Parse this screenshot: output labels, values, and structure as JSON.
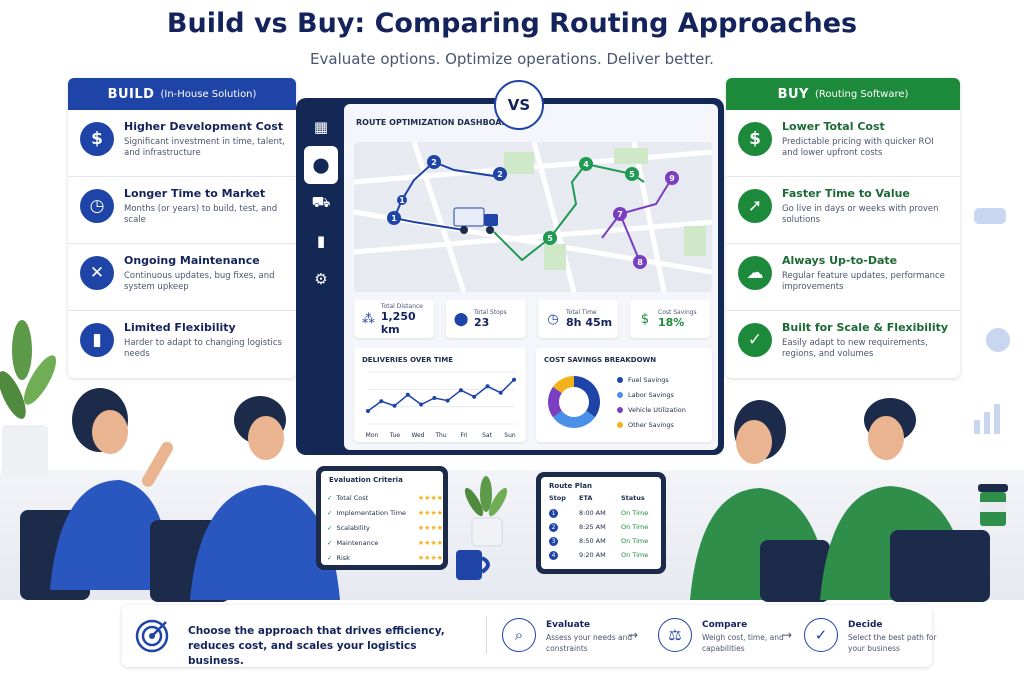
{
  "header": {
    "title": "Build vs Buy: Comparing Routing Approaches",
    "subtitle": "Evaluate options. Optimize operations. Deliver better."
  },
  "build": {
    "label": "BUILD",
    "sub": "(In-House Solution)",
    "items": [
      {
        "icon": "dollar-cycle-icon",
        "title": "Higher Development Cost",
        "desc": "Significant investment in time, talent, and infrastructure"
      },
      {
        "icon": "clock-icon",
        "title": "Longer Time to Market",
        "desc": "Months (or years) to build, test, and scale"
      },
      {
        "icon": "tools-icon",
        "title": "Ongoing Maintenance",
        "desc": "Continuous updates, bug fixes, and system upkeep"
      },
      {
        "icon": "bar-chart-icon",
        "title": "Limited Flexibility",
        "desc": "Harder to adapt to changing logistics needs"
      }
    ]
  },
  "buy": {
    "label": "BUY",
    "sub": "(Routing Software)",
    "items": [
      {
        "icon": "dollar-icon",
        "title": "Lower Total Cost",
        "desc": "Predictable pricing with quicker ROI and lower upfront costs"
      },
      {
        "icon": "rocket-icon",
        "title": "Faster Time to Value",
        "desc": "Go live in days or weeks with proven solutions"
      },
      {
        "icon": "cloud-upload-icon",
        "title": "Always Up-to-Date",
        "desc": "Regular feature updates, performance improvements"
      },
      {
        "icon": "shield-check-icon",
        "title": "Built for Scale & Flexibility",
        "desc": "Easily adapt to new requirements, regions, and volumes"
      }
    ]
  },
  "vs": "VS",
  "dashboard": {
    "title": "ROUTE OPTIMIZATION DASHBOARD",
    "kpis": [
      {
        "icon": "route-icon",
        "label": "Total Distance",
        "value": "1,250 km"
      },
      {
        "icon": "pin-icon",
        "label": "Total Stops",
        "value": "23"
      },
      {
        "icon": "clock-icon",
        "label": "Total Time",
        "value": "8h 45m"
      },
      {
        "icon": "dollar-icon",
        "label": "Cost Savings",
        "value": "18%"
      }
    ],
    "map_stops": {
      "blue": [
        "1",
        "1",
        "2",
        "2"
      ],
      "green": [
        "4",
        "5",
        "5"
      ],
      "purple": [
        "7",
        "8",
        "9"
      ]
    }
  },
  "chart_data": [
    {
      "type": "line",
      "title": "DELIVERIES OVER TIME",
      "x": [
        "Mon",
        "Tue",
        "Wed",
        "Thu",
        "Fri",
        "Sat",
        "Sun"
      ],
      "values": [
        20,
        35,
        28,
        45,
        30,
        40,
        36,
        52,
        42,
        58,
        48,
        68
      ],
      "ylim": [
        0,
        80
      ],
      "grid": true
    },
    {
      "type": "pie",
      "title": "COST SAVINGS BREAKDOWN",
      "labels": [
        "Fuel Savings",
        "Labor Savings",
        "Vehicle Utilization",
        "Other Savings"
      ],
      "values": [
        35,
        30,
        20,
        15
      ],
      "colors": [
        "#1e44a8",
        "#4a8fe8",
        "#7a3fc0",
        "#f2b21c"
      ],
      "donut": true
    }
  ],
  "eval_tablet": {
    "title": "Evaluation Criteria",
    "rows": [
      "Total Cost",
      "Implementation Time",
      "Scalability",
      "Maintenance",
      "Risk"
    ],
    "stars": "★★★★"
  },
  "route_tablet": {
    "title": "Route Plan",
    "headers": [
      "Stop",
      "ETA",
      "Status"
    ],
    "rows": [
      [
        "1",
        "8:00 AM",
        "On Time"
      ],
      [
        "2",
        "8:25 AM",
        "On Time"
      ],
      [
        "3",
        "8:50 AM",
        "On Time"
      ],
      [
        "4",
        "9:20 AM",
        "On Time"
      ]
    ]
  },
  "bottom": {
    "text": "Choose the approach that drives efficiency, reduces cost, and scales your logistics business.",
    "steps": [
      {
        "icon": "magnify-icon",
        "title": "Evaluate",
        "desc": "Assess your needs and constraints"
      },
      {
        "icon": "scale-icon",
        "title": "Compare",
        "desc": "Weigh cost, time, and capabilities"
      },
      {
        "icon": "check-icon",
        "title": "Decide",
        "desc": "Select the best path for your business"
      }
    ]
  }
}
